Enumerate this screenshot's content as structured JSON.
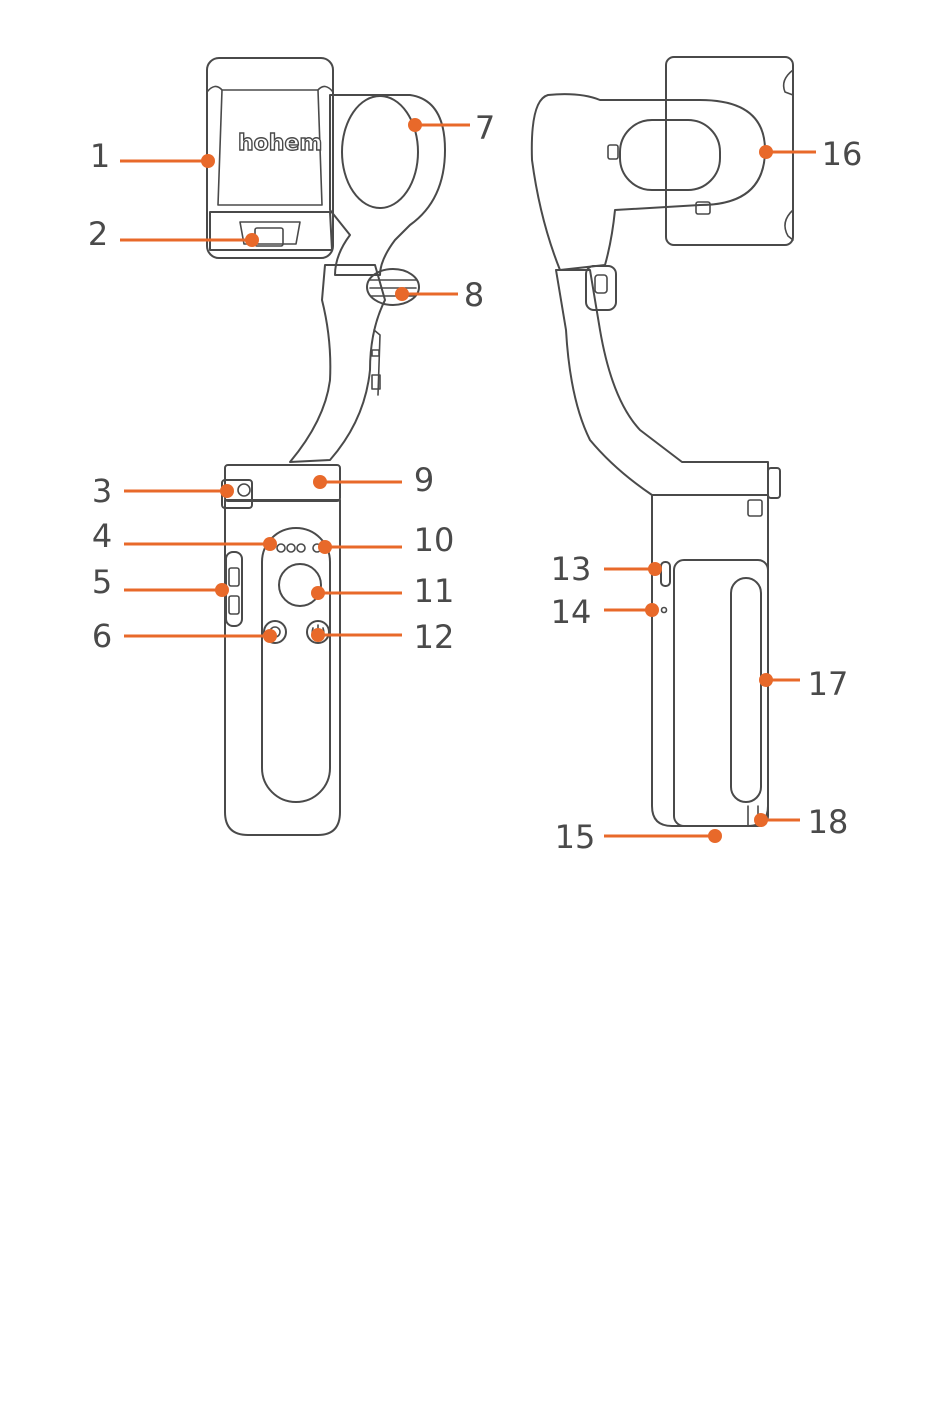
{
  "brand": "hohem",
  "accent_color": "#e8692a",
  "line_color": "#4a4a4a",
  "callouts": [
    {
      "number": "1"
    },
    {
      "number": "2"
    },
    {
      "number": "3"
    },
    {
      "number": "4"
    },
    {
      "number": "5"
    },
    {
      "number": "6"
    },
    {
      "number": "7"
    },
    {
      "number": "8"
    },
    {
      "number": "9"
    },
    {
      "number": "10"
    },
    {
      "number": "11"
    },
    {
      "number": "12"
    },
    {
      "number": "13"
    },
    {
      "number": "14"
    },
    {
      "number": "15"
    },
    {
      "number": "16"
    },
    {
      "number": "17"
    },
    {
      "number": "18"
    }
  ]
}
